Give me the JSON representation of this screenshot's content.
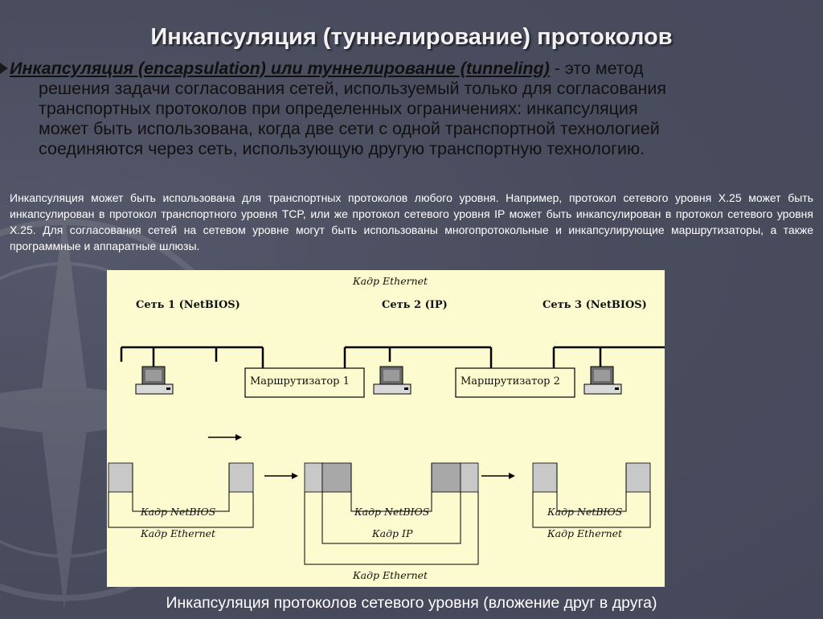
{
  "slide": {
    "title": "Инкапсуляция (туннелирование)   протоколов",
    "definition_term": "Инкапсуляция (encapsulation) или туннелирование (tunneling)",
    "definition_line1": " - это метод",
    "definition_lines": [
      "решения задачи согласования сетей, используемый только для согласования",
      "транспортных протоколов при определенных ограничениях:  инкапсуляция",
      "может быть использована, когда две сети с одной транспортной технологией",
      "соединяются через сеть, использующую другую транспортную технологию."
    ],
    "paragraph": "Инкапсуляция может быть использована для транспортных протоколов любого уровня. Например, протокол сетевого уровня X.25 может быть инкапсулирован в протокол транспортного уровня TCP, или же протокол сетевого уровня IP может быть инкапсулирован в протокол сетевого уровня X.25. Для согласования сетей на сетевом уровне могут быть использованы многопротокольные и инкапсулирующие маршрутизаторы, а также программные и аппаратные шлюзы.",
    "caption": "Инкапсуляция протоколов сетевого уровня (вложение друг в друга)"
  },
  "figure": {
    "top_label": "Кадр Ethernet",
    "net1": "Сеть 1 (NetBIOS)",
    "net2": "Сеть 2 (IP)",
    "net3": "Сеть 3 (NetBIOS)",
    "router1": "Маршрутизатор 1",
    "router2": "Маршрутизатор 2",
    "left_frame_inner": "Кадр NetBIOS",
    "left_frame_outer": "Кадр Ethernet",
    "mid_frame_inner": "Кадр NetBIOS",
    "mid_frame_outer": "Кадр IP",
    "mid_frame_bottom": "Кадр Ethernet",
    "right_frame_inner": "Кадр NetBIOS",
    "right_frame_outer": "Кадр Ethernet"
  },
  "colors": {
    "background": "#4a4d5e",
    "figure_background": "#fbfbcf",
    "header_gray": "#c8c8c8",
    "header_dark": "#a8a8a8"
  }
}
